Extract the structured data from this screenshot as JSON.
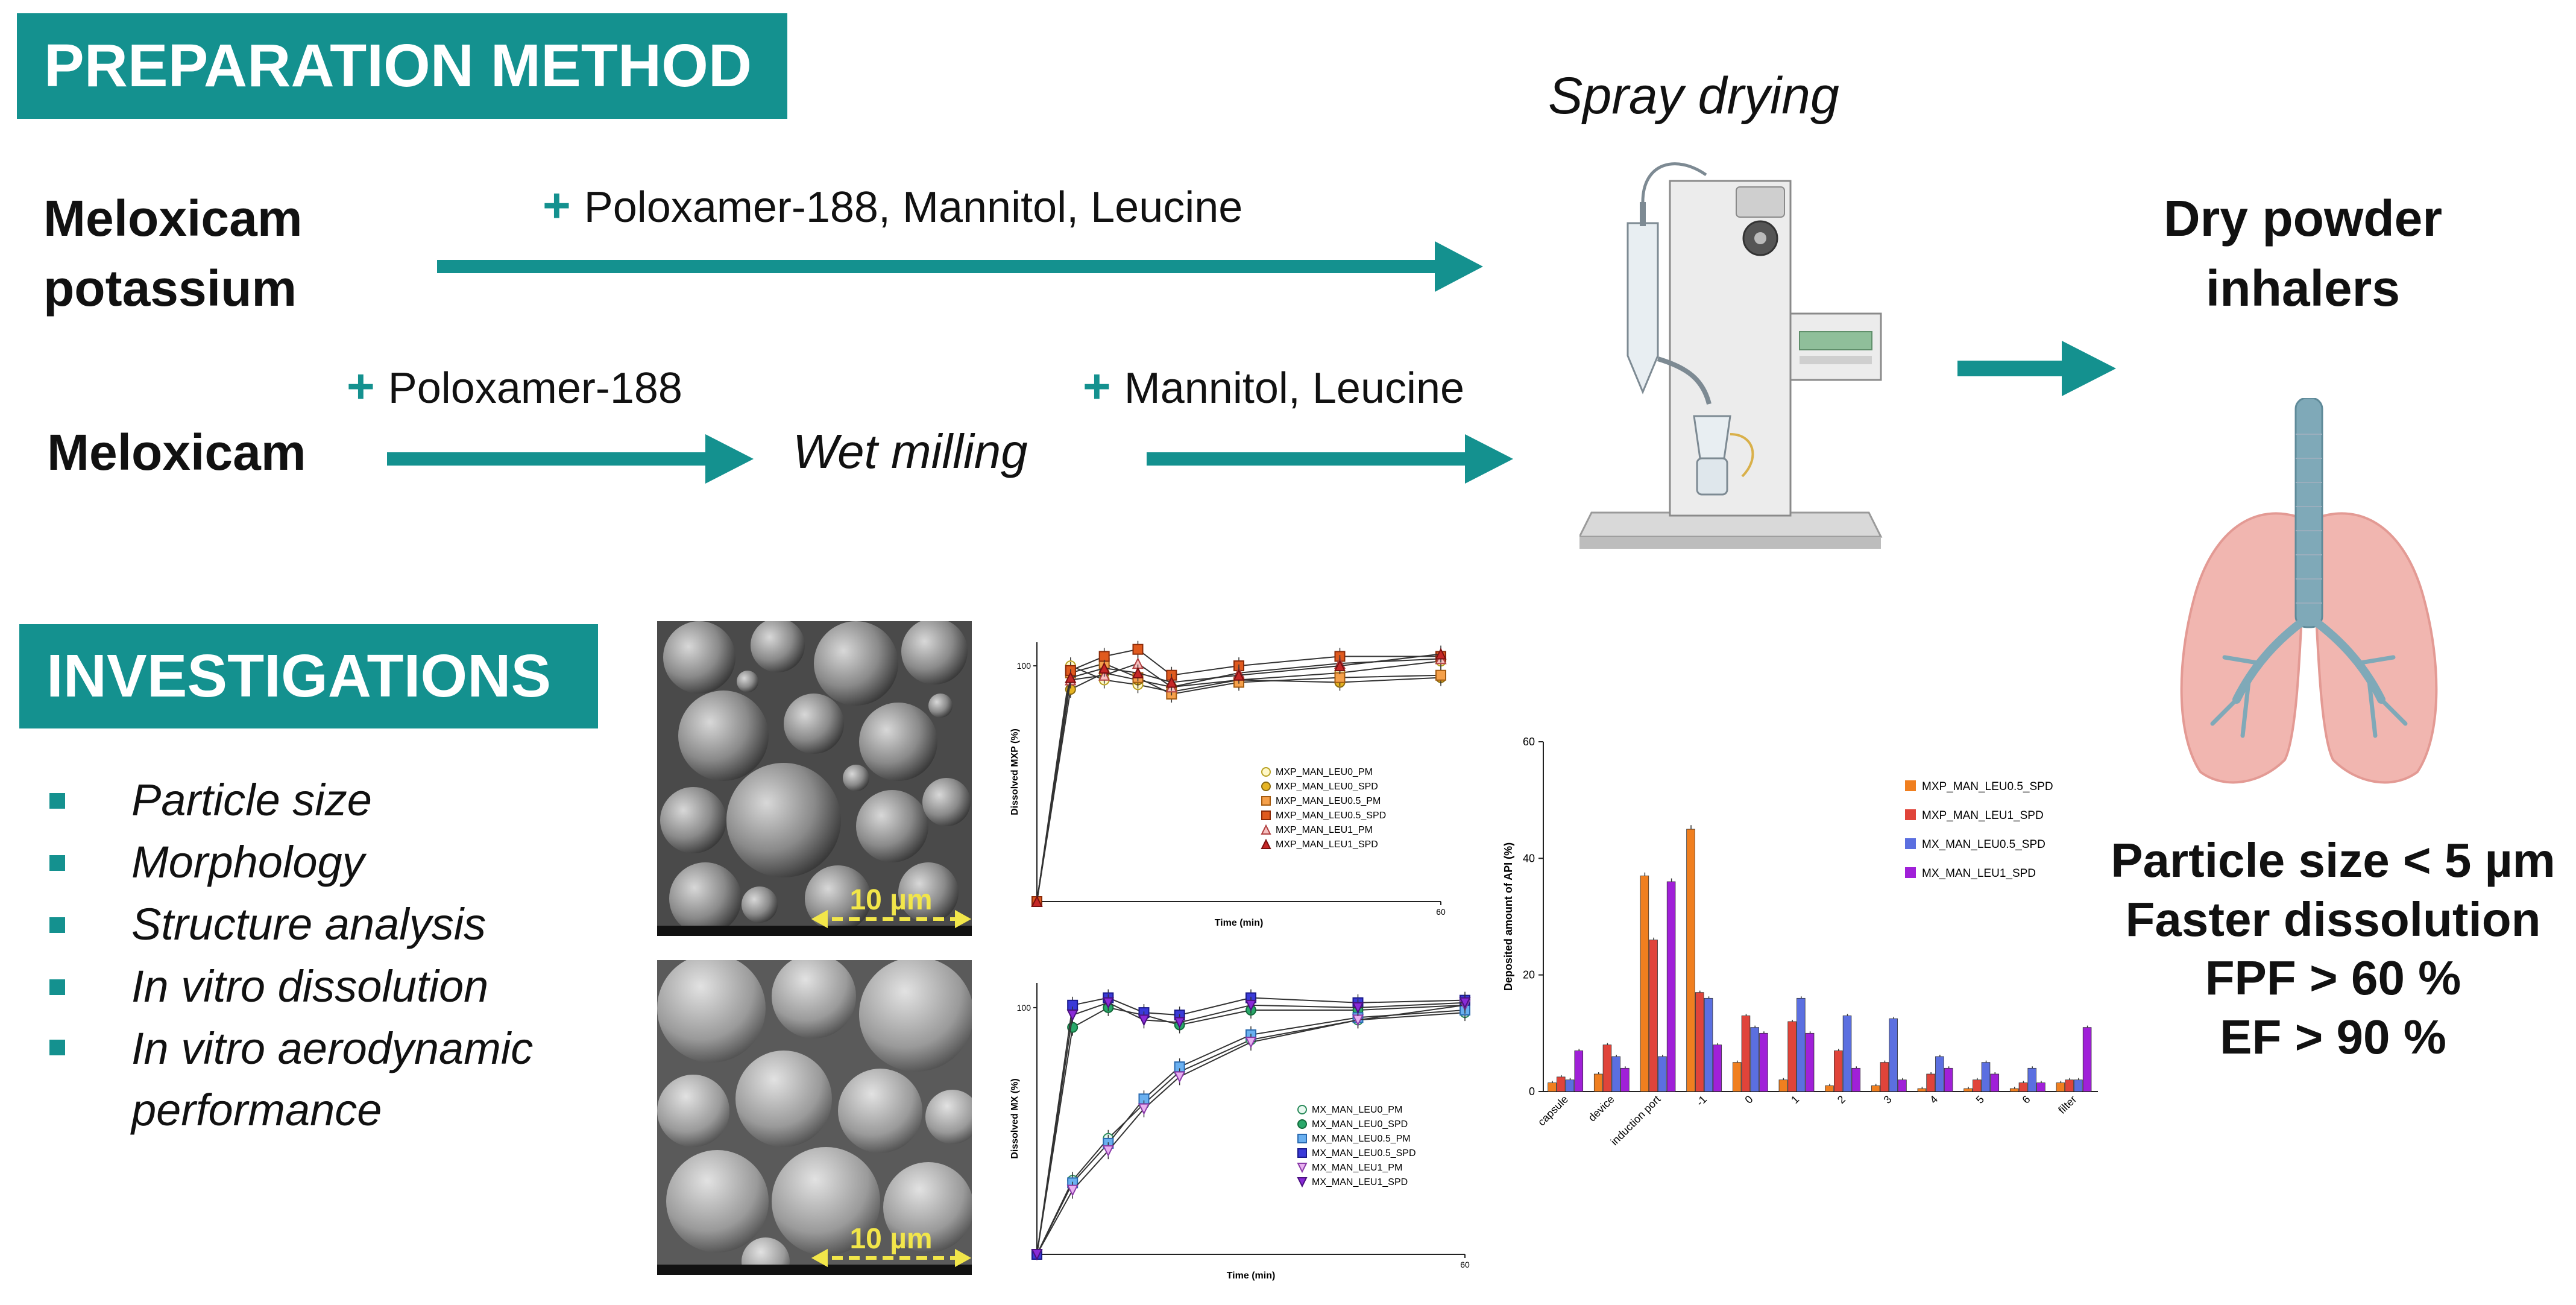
{
  "sections": {
    "preparation": "PREPARATION METHOD",
    "investigations": "INVESTIGATIONS"
  },
  "routes": {
    "route1_input": "Meloxicam potassium",
    "route1_additives": "Poloxamer-188, Mannitol, Leucine",
    "route2_input": "Meloxicam",
    "route2_additive_1": "Poloxamer-188",
    "route2_step": "Wet milling",
    "route2_additive_2": "Mannitol, Leucine",
    "plus_symbol": "+"
  },
  "process": {
    "label": "Spray drying"
  },
  "product": {
    "label": "Dry powder inhalers"
  },
  "investigation_items": [
    "Particle size",
    "Morphology",
    "Structure analysis",
    "In vitro dissolution",
    "In vitro aerodynamic performance"
  ],
  "sem_images": [
    {
      "scale_label": "10 µm"
    },
    {
      "scale_label": "10 µm"
    }
  ],
  "results": [
    "Particle size < 5 µm",
    "Faster dissolution",
    "FPF > 60 %",
    "EF > 90 %"
  ],
  "colors": {
    "teal": "#14918f",
    "scale_bar": "#f2e64a",
    "lung": "#f1b6b0",
    "trachea": "#7fa9b8"
  },
  "chart_data": [
    {
      "type": "line",
      "xlabel": "Time (min)",
      "ylabel": "Dissolved MXP (%)",
      "x": [
        0,
        5,
        10,
        15,
        20,
        30,
        45,
        60
      ],
      "xticks_shown": [
        "60"
      ],
      "yticks_shown": [
        "100"
      ],
      "xlim": [
        0,
        60
      ],
      "ylim": [
        0,
        110
      ],
      "series": [
        {
          "name": "MXP_MAN_LEU0_PM",
          "values": [
            0,
            100,
            94,
            92,
            89,
            94,
            97,
            102
          ]
        },
        {
          "name": "MXP_MAN_LEU0_SPD",
          "values": [
            0,
            90,
            97,
            94,
            91,
            94,
            93,
            95
          ]
        },
        {
          "name": "MXP_MAN_LEU0.5_PM",
          "values": [
            0,
            97,
            101,
            95,
            88,
            93,
            95,
            96
          ]
        },
        {
          "name": "MXP_MAN_LEU0.5_SPD",
          "values": [
            0,
            98,
            104,
            107,
            96,
            100,
            104,
            104
          ]
        },
        {
          "name": "MXP_MAN_LEU1_PM",
          "values": [
            0,
            94,
            96,
            101,
            91,
            97,
            101,
            103
          ]
        },
        {
          "name": "MXP_MAN_LEU1_SPD",
          "values": [
            0,
            95,
            99,
            97,
            93,
            96,
            100,
            105
          ]
        }
      ],
      "legend_position": "center-right"
    },
    {
      "type": "line",
      "xlabel": "Time (min)",
      "ylabel": "Dissolved MX (%)",
      "x": [
        0,
        5,
        10,
        15,
        20,
        30,
        45,
        60
      ],
      "xticks_shown": [
        "60"
      ],
      "yticks_shown": [
        "100"
      ],
      "xlim": [
        0,
        60
      ],
      "ylim": [
        0,
        110
      ],
      "series": [
        {
          "name": "MX_MAN_LEU0_PM",
          "values": [
            0,
            30,
            47,
            61,
            74,
            87,
            95,
            98
          ]
        },
        {
          "name": "MX_MAN_LEU0_SPD",
          "values": [
            0,
            92,
            100,
            97,
            93,
            99,
            99,
            101
          ]
        },
        {
          "name": "MX_MAN_LEU0.5_PM",
          "values": [
            0,
            29,
            45,
            63,
            76,
            89,
            96,
            99
          ]
        },
        {
          "name": "MX_MAN_LEU0.5_SPD",
          "values": [
            0,
            101,
            104,
            98,
            97,
            104,
            102,
            103
          ]
        },
        {
          "name": "MX_MAN_LEU1_PM",
          "values": [
            0,
            26,
            42,
            59,
            72,
            86,
            95,
            101
          ]
        },
        {
          "name": "MX_MAN_LEU1_SPD",
          "values": [
            0,
            97,
            102,
            95,
            94,
            101,
            100,
            102
          ]
        }
      ],
      "legend_position": "bottom-right"
    },
    {
      "type": "bar",
      "ylabel": "Deposited amount of API (%)",
      "ylim": [
        0,
        60
      ],
      "yticks": [
        "0",
        "20",
        "40",
        "60"
      ],
      "categories": [
        "capsule",
        "device",
        "induction port",
        "-1",
        "0",
        "1",
        "2",
        "3",
        "4",
        "5",
        "6",
        "filter"
      ],
      "series": [
        {
          "name": "MXP_MAN_LEU0.5_SPD",
          "color": "#f07f1f",
          "values": [
            1.5,
            3,
            37,
            45,
            5,
            2,
            1,
            1,
            0.5,
            0.5,
            0.5,
            1.5
          ]
        },
        {
          "name": "MXP_MAN_LEU1_SPD",
          "color": "#e0443a",
          "values": [
            2.5,
            8,
            26,
            17,
            13,
            12,
            7,
            5,
            3,
            2,
            1.5,
            2
          ]
        },
        {
          "name": "MX_MAN_LEU0.5_SPD",
          "color": "#5b6fe0",
          "values": [
            2,
            6,
            6,
            16,
            11,
            16,
            13,
            12.5,
            6,
            5,
            4,
            2
          ]
        },
        {
          "name": "MX_MAN_LEU1_SPD",
          "color": "#a020d8",
          "values": [
            7,
            4,
            36,
            8,
            10,
            10,
            4,
            2,
            4,
            3,
            1.5,
            11
          ]
        }
      ],
      "legend_position": "top-right"
    }
  ]
}
